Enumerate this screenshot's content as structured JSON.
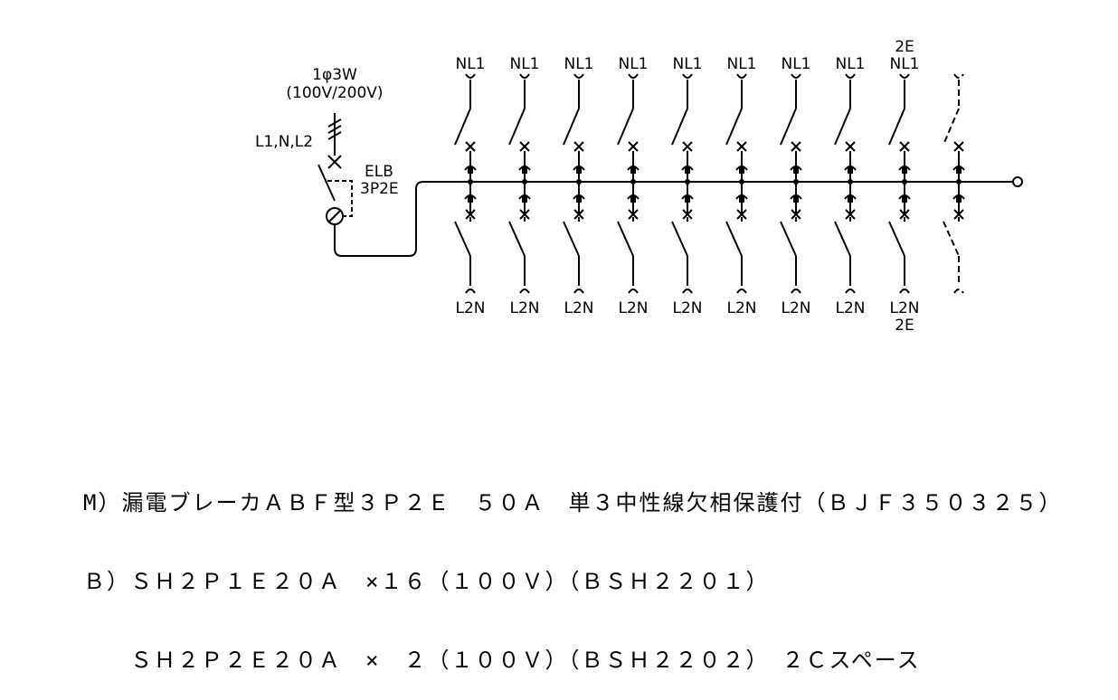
{
  "supply": {
    "phase_label": "1φ3W",
    "voltage_label": "(100V/200V)",
    "lines_label": "L1,N,L2"
  },
  "main_breaker": {
    "type_label": "ELB",
    "poles_label": "3P2E"
  },
  "branches": [
    {
      "top": "NL1",
      "bottom": "L2N"
    },
    {
      "top": "NL1",
      "bottom": "L2N"
    },
    {
      "top": "NL1",
      "bottom": "L2N"
    },
    {
      "top": "NL1",
      "bottom": "L2N"
    },
    {
      "top": "NL1",
      "bottom": "L2N"
    },
    {
      "top": "NL1",
      "bottom": "L2N"
    },
    {
      "top": "NL1",
      "bottom": "L2N"
    },
    {
      "top": "NL1",
      "bottom": "L2N"
    },
    {
      "top": "NL1",
      "bottom": "L2N",
      "top_extra": "2E",
      "bottom_extra": "2E"
    }
  ],
  "notes": [
    "M）漏電ブレーカＡＢＦ型３Ｐ２Ｅ　５０Ａ　単３中性線欠相保護付（ＢＪＦ３５０３２５）",
    "Ｂ）ＳＨ２Ｐ１Ｅ２０Ａ　×１６（１００Ｖ）（ＢＳＨ２２０１）",
    "　　ＳＨ２Ｐ２Ｅ２０Ａ　×　２（１００Ｖ）（ＢＳＨ２２０２）　２Ｃスペース"
  ]
}
